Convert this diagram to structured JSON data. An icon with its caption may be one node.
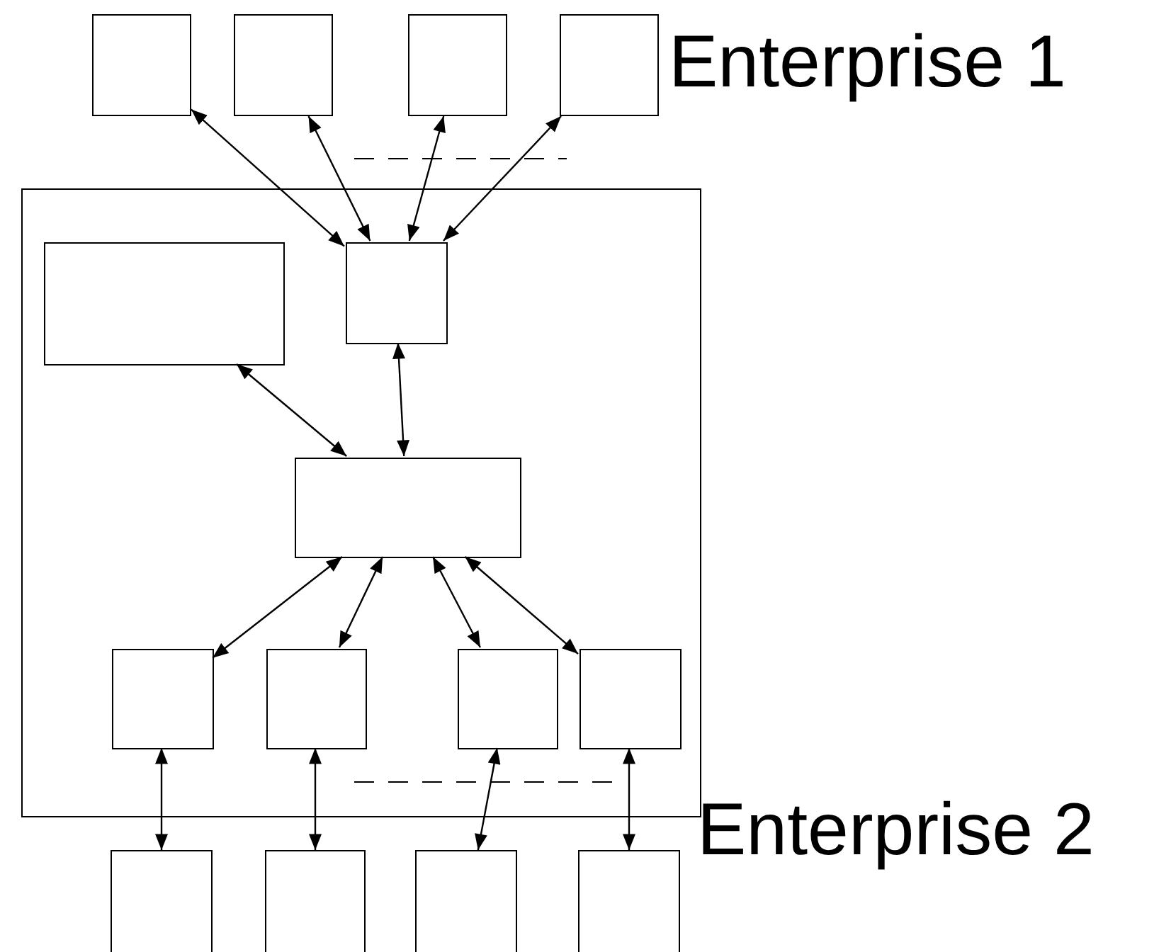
{
  "diagram": {
    "nodes": [
      {
        "text": [],
        "shape": "box"
      },
      {
        "text": [],
        "shape": "box"
      },
      {
        "text": [],
        "shape": "box"
      },
      {
        "text": [],
        "shape": "box"
      },
      {
        "text": [],
        "shape": "box"
      },
      {
        "text": [],
        "shape": "box",
        "in": 4
      },
      {
        "text": [],
        "shape": "box",
        "in": 4
      },
      {
        "text": [],
        "shape": "box",
        "in": 4
      },
      {
        "text": [],
        "shape": "box",
        "in": 4
      },
      {
        "text": [],
        "shape": "box",
        "in": 4
      },
      {
        "text": [],
        "shape": "box",
        "in": 4
      },
      {
        "text": [],
        "shape": "box",
        "in": 4
      },
      {
        "text": [],
        "shape": "box"
      },
      {
        "text": [],
        "shape": "box"
      },
      {
        "text": [],
        "shape": "box"
      },
      {
        "text": [],
        "shape": "box"
      }
    ],
    "edges": [
      {
        "from": 0,
        "to": 6,
        "arrow": "both"
      },
      {
        "from": 1,
        "to": 6,
        "arrow": "both"
      },
      {
        "from": 2,
        "to": 6,
        "arrow": "both"
      },
      {
        "from": 3,
        "to": 6,
        "arrow": "both"
      },
      {
        "from": 5,
        "to": 7,
        "arrow": "both"
      },
      {
        "from": 6,
        "to": 7,
        "arrow": "both"
      },
      {
        "from": 7,
        "to": 8,
        "arrow": "both"
      },
      {
        "from": 7,
        "to": 9,
        "arrow": "both"
      },
      {
        "from": 7,
        "to": 10,
        "arrow": "both"
      },
      {
        "from": 7,
        "to": 11,
        "arrow": "both"
      },
      {
        "from": 8,
        "to": 12,
        "arrow": "both"
      },
      {
        "from": 9,
        "to": 13,
        "arrow": "both"
      },
      {
        "from": 10,
        "to": 14,
        "arrow": "both"
      },
      {
        "from": 11,
        "to": 15,
        "arrow": "both"
      }
    ],
    "labels": [
      "Enterprise 1",
      "Enterprise 2"
    ]
  }
}
